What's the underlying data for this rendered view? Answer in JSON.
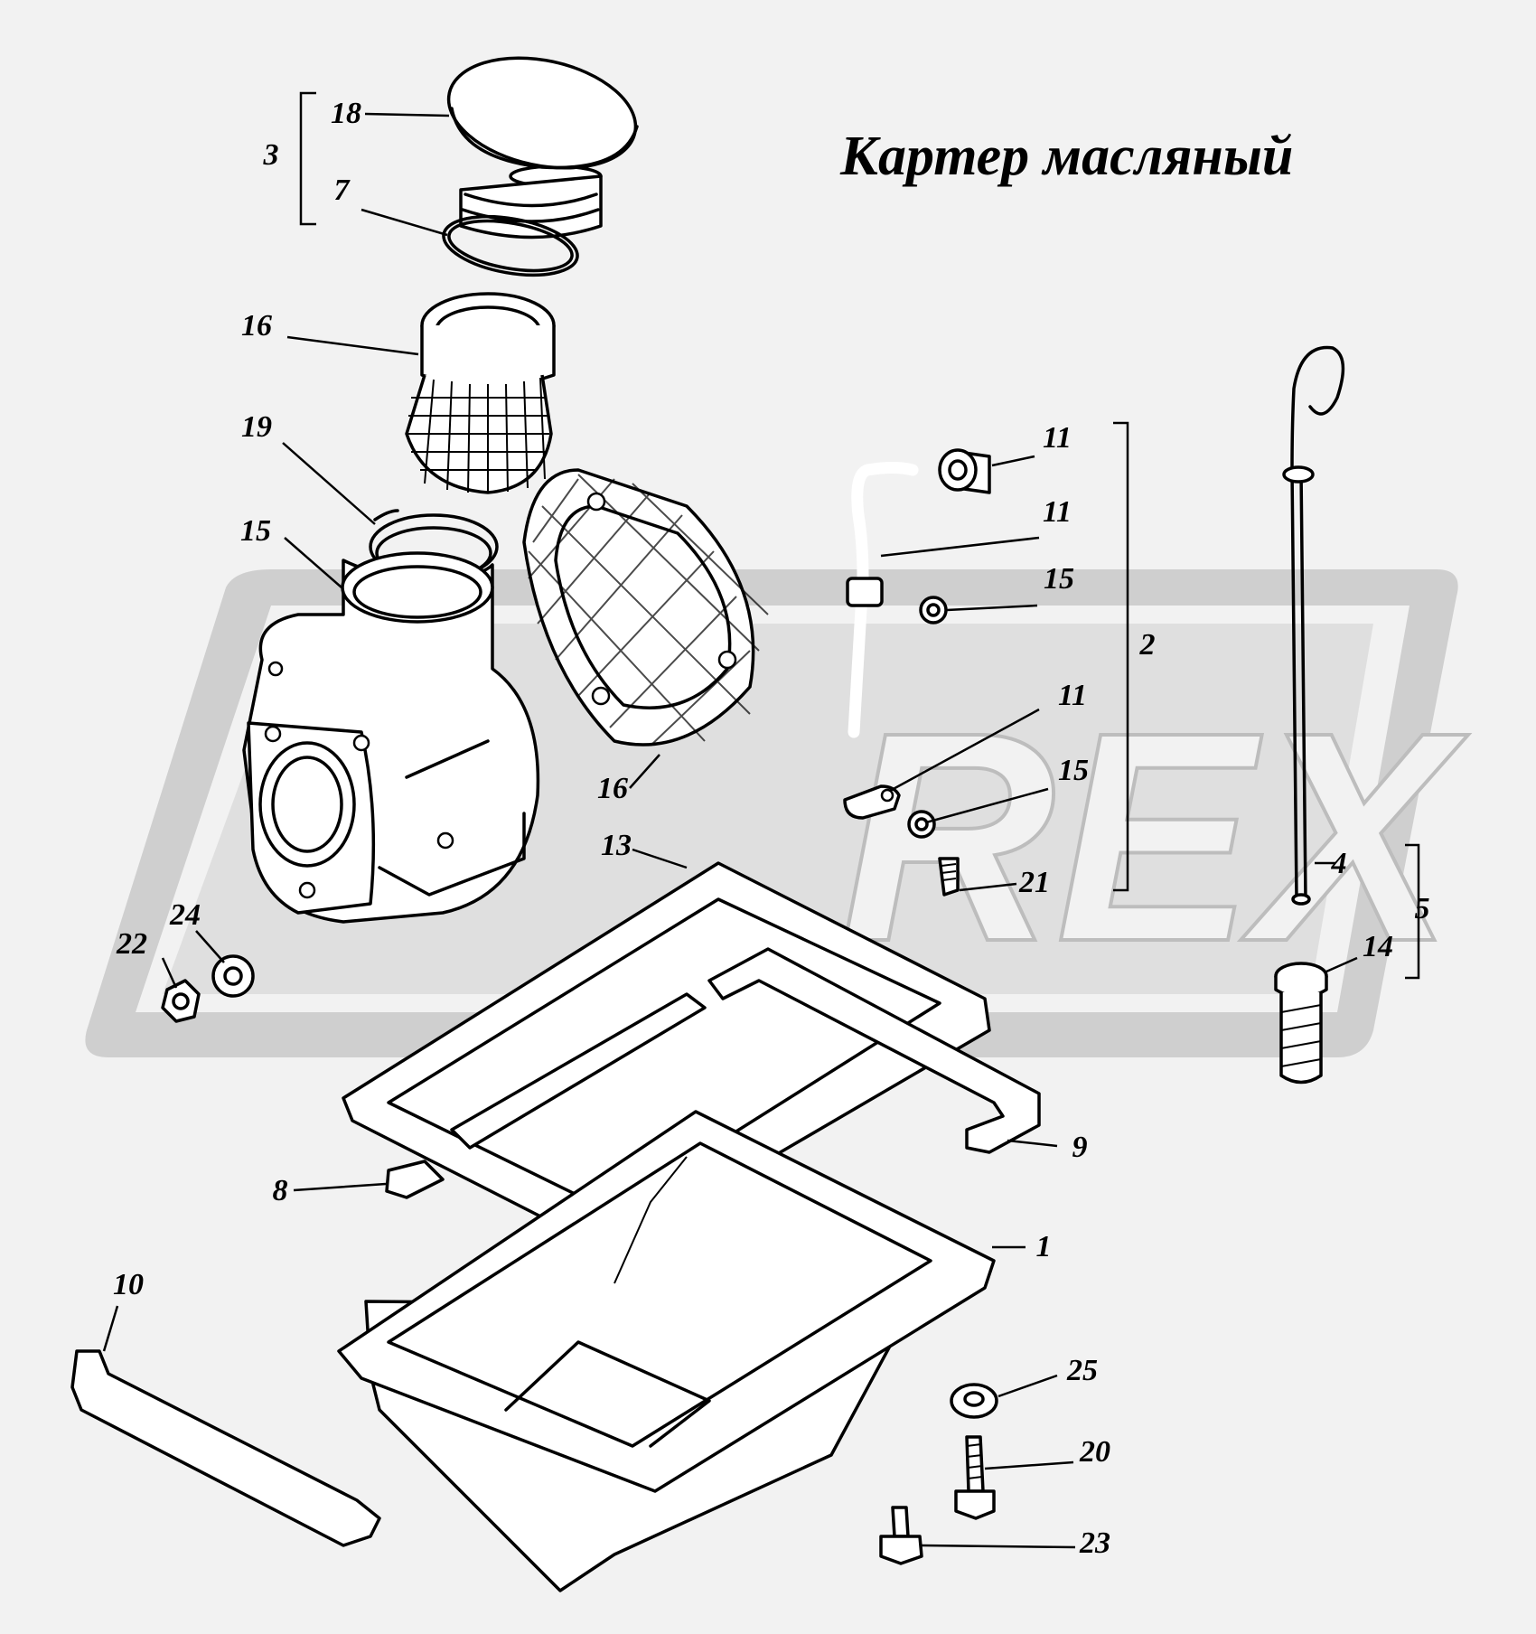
{
  "title": "Картер масляный",
  "watermark": "REX",
  "colors": {
    "background": "#f2f2f2",
    "ink": "#000000",
    "watermark": "#cfcfcf"
  },
  "labels": [
    {
      "id": "18",
      "text": "18"
    },
    {
      "id": "3",
      "text": "3"
    },
    {
      "id": "7",
      "text": "7"
    },
    {
      "id": "16a",
      "text": "16"
    },
    {
      "id": "19",
      "text": "19"
    },
    {
      "id": "15a",
      "text": "15"
    },
    {
      "id": "16b",
      "text": "16"
    },
    {
      "id": "13",
      "text": "13"
    },
    {
      "id": "24",
      "text": "24"
    },
    {
      "id": "22",
      "text": "22"
    },
    {
      "id": "11a",
      "text": "11"
    },
    {
      "id": "11b",
      "text": "11"
    },
    {
      "id": "15b",
      "text": "15"
    },
    {
      "id": "2",
      "text": "2"
    },
    {
      "id": "11c",
      "text": "11"
    },
    {
      "id": "15c",
      "text": "15"
    },
    {
      "id": "21",
      "text": "21"
    },
    {
      "id": "4",
      "text": "4"
    },
    {
      "id": "5",
      "text": "5"
    },
    {
      "id": "14",
      "text": "14"
    },
    {
      "id": "9",
      "text": "9"
    },
    {
      "id": "8",
      "text": "8"
    },
    {
      "id": "1",
      "text": "1"
    },
    {
      "id": "10",
      "text": "10"
    },
    {
      "id": "25",
      "text": "25"
    },
    {
      "id": "20",
      "text": "20"
    },
    {
      "id": "23",
      "text": "23"
    }
  ]
}
